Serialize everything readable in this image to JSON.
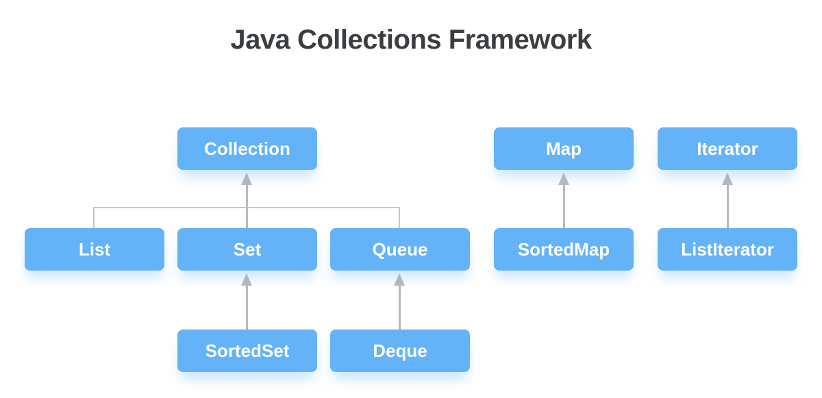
{
  "title": "Java Collections Framework",
  "colors": {
    "background": "#ffffff",
    "title_text": "#3b3e41",
    "node_fill": "#64b2f8",
    "node_text": "#ffffff",
    "connector_line": "#c6c6c6",
    "arrow": "#b9b9b9"
  },
  "nodes": [
    {
      "id": "collection",
      "label": "Collection"
    },
    {
      "id": "map",
      "label": "Map"
    },
    {
      "id": "iterator",
      "label": "Iterator"
    },
    {
      "id": "list",
      "label": "List"
    },
    {
      "id": "set",
      "label": "Set"
    },
    {
      "id": "queue",
      "label": "Queue"
    },
    {
      "id": "sortedmap",
      "label": "SortedMap"
    },
    {
      "id": "listiterator",
      "label": "ListIterator"
    },
    {
      "id": "sortedset",
      "label": "SortedSet"
    },
    {
      "id": "deque",
      "label": "Deque"
    }
  ],
  "edges": [
    {
      "from": "List",
      "to": "Collection"
    },
    {
      "from": "Set",
      "to": "Collection"
    },
    {
      "from": "Queue",
      "to": "Collection"
    },
    {
      "from": "SortedSet",
      "to": "Set"
    },
    {
      "from": "Deque",
      "to": "Queue"
    },
    {
      "from": "SortedMap",
      "to": "Map"
    },
    {
      "from": "ListIterator",
      "to": "Iterator"
    }
  ]
}
